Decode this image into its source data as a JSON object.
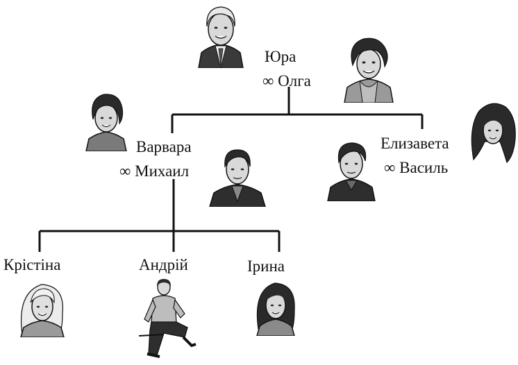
{
  "grandparents": {
    "person1": "Юра",
    "person2": "∞ Олга"
  },
  "parents_left": {
    "person1": "Варвара",
    "person2": "∞ Михаил"
  },
  "parents_right": {
    "person1": "Елизавета",
    "person2": "∞ Василь"
  },
  "children": [
    {
      "name": "Крістіна"
    },
    {
      "name": "Андрій"
    },
    {
      "name": "Ірина"
    }
  ],
  "colors": {
    "line": "#111111",
    "skin": "#d9d9d9",
    "hair_dark": "#2a2a2a",
    "hair_light": "#e6e6e6",
    "jacket": "#3a3a3a"
  }
}
